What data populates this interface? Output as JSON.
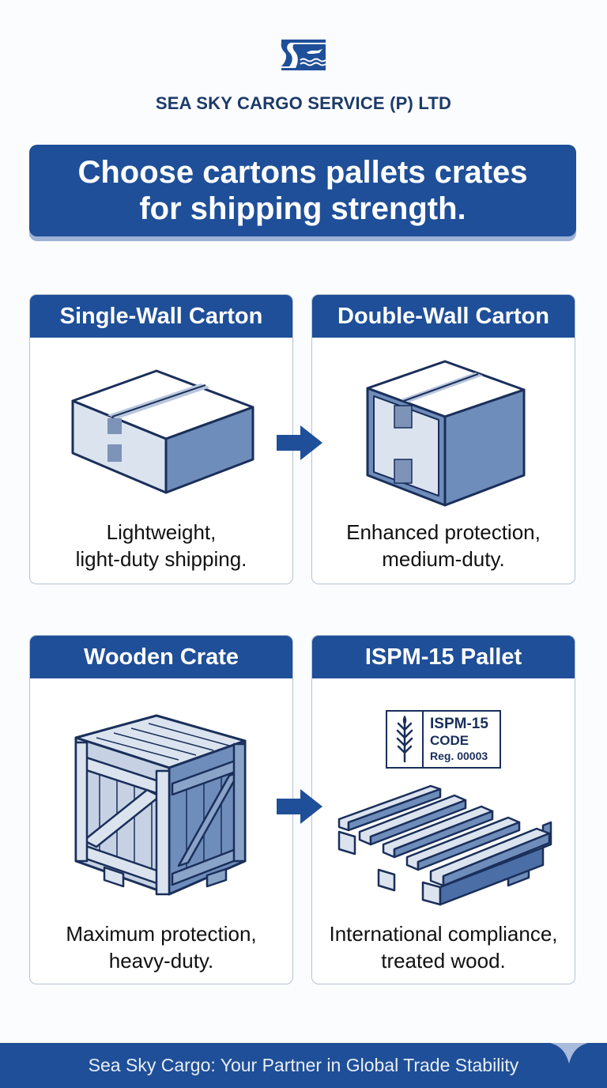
{
  "brand": {
    "logo_icon": "sea-sky-wave-bird-logo",
    "company_name": "SEA SKY CARGO SERVICE (P) LTD"
  },
  "banner": {
    "line1": "Choose cartons pallets crates",
    "line2": "for shipping strength."
  },
  "cards": [
    {
      "title": "Single-Wall Carton",
      "icon": "single-wall-carton-icon",
      "desc_line1": "Lightweight,",
      "desc_line2": "light-duty shipping."
    },
    {
      "title": "Double-Wall Carton",
      "icon": "double-wall-carton-icon",
      "desc_line1": "Enhanced protection,",
      "desc_line2": "medium-duty."
    },
    {
      "title": "Wooden Crate",
      "icon": "wooden-crate-icon",
      "desc_line1": "Maximum protection,",
      "desc_line2": "heavy-duty."
    },
    {
      "title": "ISPM-15 Pallet",
      "icon": "pallet-icon",
      "stamp": {
        "icon": "wheat-icon",
        "line1": "ISPM-15",
        "line2": "CODE",
        "line3": "Reg. 00003"
      },
      "desc_line1": "International compliance,",
      "desc_line2": "treated wood."
    }
  ],
  "arrows": [
    "arrow-right-icon",
    "arrow-right-icon"
  ],
  "footer": {
    "tagline": "Sea Sky Cargo: Your Partner in Global Trade Stability"
  },
  "colors": {
    "primary": "#1f4f98",
    "dark_text": "#1c3a6a",
    "card_border": "#b6c3d3",
    "box_light": "#dbe3ef",
    "box_mid": "#6f8dbb",
    "outline": "#1a2f5a"
  }
}
